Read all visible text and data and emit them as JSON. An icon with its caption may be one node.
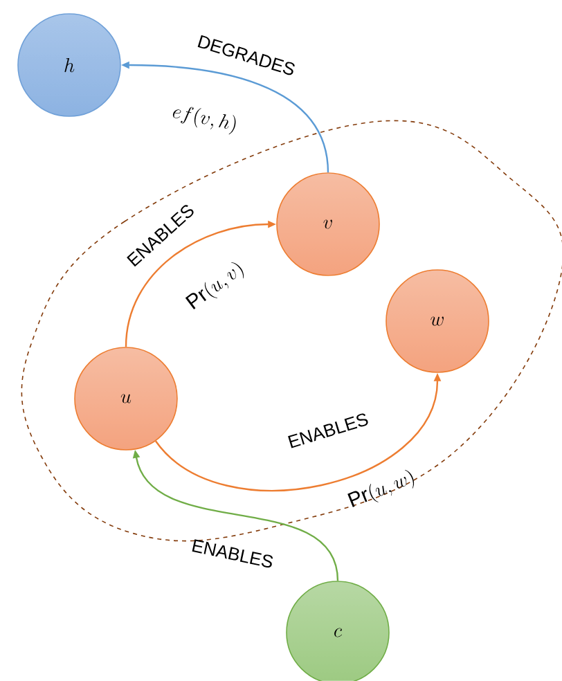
{
  "diagram": {
    "nodes": [
      {
        "text": [
          "h"
        ]
      },
      {
        "text": [
          "v"
        ]
      },
      {
        "text": [
          "w"
        ]
      },
      {
        "text": [
          "u"
        ]
      },
      {
        "text": [
          "c"
        ]
      }
    ],
    "edges": [
      {
        "from": 1,
        "to": 0,
        "arrow": "to",
        "label": "DEGRADES",
        "color": "#5b9bd5"
      },
      {
        "from": 3,
        "to": 1,
        "arrow": "to",
        "label": "ENABLES",
        "color": "#ed7d31"
      },
      {
        "from": 3,
        "to": 2,
        "arrow": "to",
        "label": "ENABLES",
        "color": "#ed7d31"
      },
      {
        "from": 4,
        "to": 3,
        "arrow": "to",
        "label": "ENABLES",
        "color": "#70ad47"
      }
    ],
    "labels": [
      "ef(v,h)",
      "\\Pr(u,v)",
      "\\Pr(u,w)"
    ]
  }
}
